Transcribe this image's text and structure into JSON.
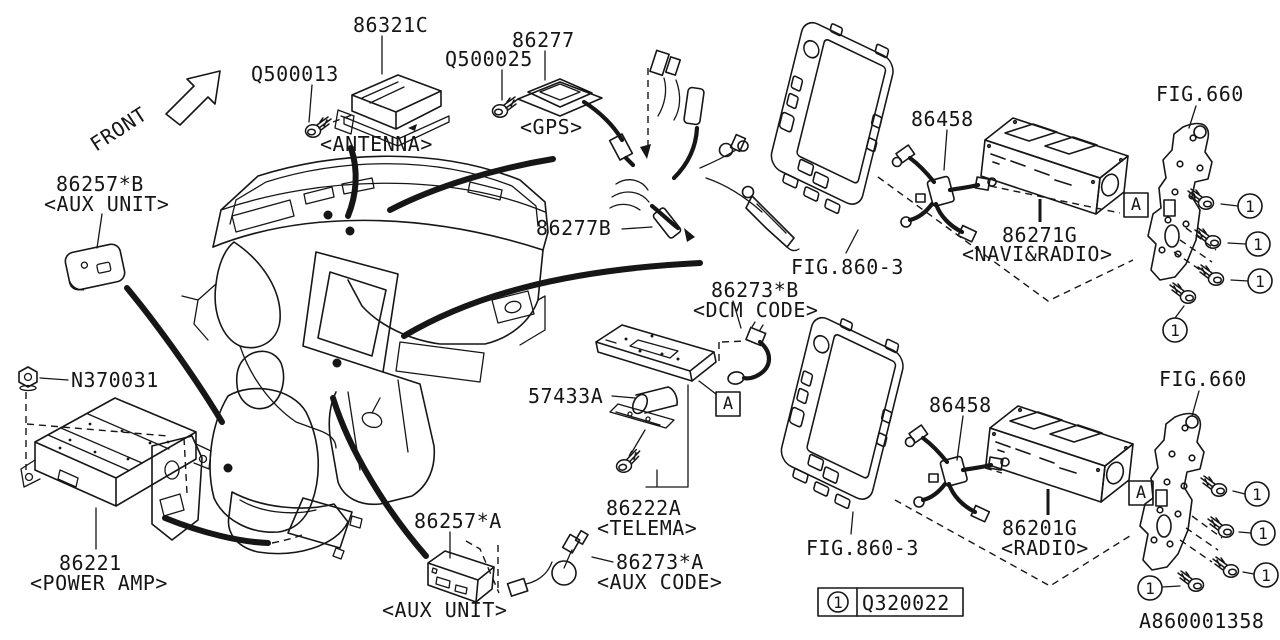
{
  "colors": {
    "background": "#ffffff",
    "ink": "#161616"
  },
  "title_block": {
    "diagram_number": "A860001358"
  },
  "orientation": {
    "label": "FRONT"
  },
  "legend": {
    "ref": "1",
    "part_number": "Q320022"
  },
  "refs": {
    "section": "A",
    "screw": "1"
  },
  "parts": {
    "antenna_unit": {
      "number": "86321C",
      "caption": "<ANTENNA>"
    },
    "antenna_screw": {
      "number": "Q500013"
    },
    "gps_unit": {
      "number": "86277",
      "caption": "<GPS>"
    },
    "gps_screw": {
      "number": "Q500025"
    },
    "gps_cord": {
      "number": "86277B"
    },
    "aux_unit_b": {
      "number": "86257*B",
      "caption": "<AUX UNIT>"
    },
    "aux_unit_a": {
      "number": "86257*A",
      "caption": "<AUX UNIT>"
    },
    "amp_nut": {
      "number": "N370031"
    },
    "power_amp": {
      "number": "86221",
      "caption": "<POWER AMP>"
    },
    "roll": {
      "number": "57433A"
    },
    "telema": {
      "number": "86222A",
      "caption": "<TELEMA>"
    },
    "dcm_cord": {
      "number": "86273*B",
      "caption": "<DCM CODE>"
    },
    "aux_cord": {
      "number": "86273*A",
      "caption": "<AUX CODE>"
    },
    "display": {
      "number": "FIG.860-3"
    },
    "harness": {
      "number": "86458"
    },
    "bracket": {
      "number": "FIG.660"
    },
    "navi_radio": {
      "number": "86271G",
      "caption": "<NAVI&RADIO>"
    },
    "radio": {
      "number": "86201G",
      "caption": "<RADIO>"
    }
  }
}
